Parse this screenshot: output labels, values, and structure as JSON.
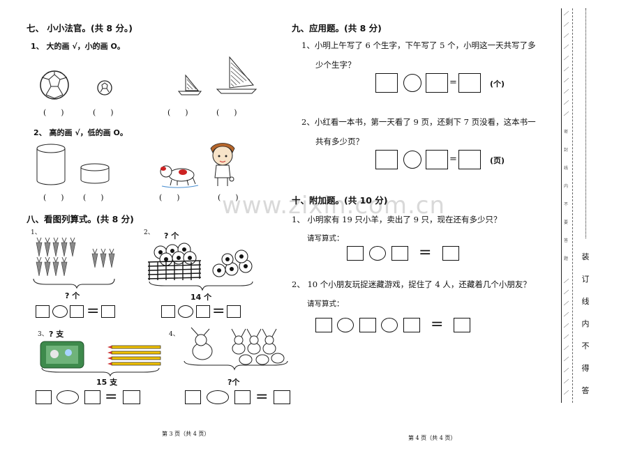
{
  "watermark": "www.zixin.com.cn",
  "left": {
    "s7": {
      "title": "七、  小小法官。(共 8 分。)",
      "q1": "1、  大的画 √，小的画 O。",
      "q2": "2、  高的画 √，低的画 O。",
      "paren": "(      )"
    },
    "s8": {
      "title": "八、看图列算式。(共 8 分)",
      "n1": "1、",
      "n2": "2、",
      "n3": "3、",
      "n4": "4、",
      "q_count": "? 个",
      "total14": "14 个",
      "label3": "? 支",
      "total15": "15 支",
      "unk4": "?个",
      "eq": "="
    },
    "footer": "第 3 页（共 4 页）"
  },
  "right": {
    "s9": {
      "title": "九、应用题。(共 8 分)",
      "q1_line1": "1、小明上午写了 6 个生字，下午写了 5 个，小明这一天共写了多",
      "q1_line2": "少个生字？",
      "q1_unit": "(个)",
      "q2_line1": "2、小红看一本书，第一天看了 9 页，还剩下 7 页没看，这本书一",
      "q2_line2": "共有多少页？",
      "q2_unit": "(页)",
      "eq": "="
    },
    "s10": {
      "title": "十、附加题。(共 10 分)",
      "q1": "1、 小明家有 19 只小羊，卖出了 9 只，现在还有多少只？",
      "q1_prompt": "请写算式：",
      "q2": "2、   10 个小朋友玩捉迷藏游戏，捉住了 4 人，还藏着几个小朋友？",
      "q2_prompt": "请写算式：",
      "eq": "="
    },
    "footer": "第 4 页（共 4 页）"
  },
  "binding": {
    "chars": [
      "装",
      "订",
      "线",
      "内",
      "不",
      "得",
      "答"
    ],
    "small_chars": [
      "密",
      "封",
      "线",
      "内",
      "不",
      "要",
      "答",
      "题"
    ]
  }
}
